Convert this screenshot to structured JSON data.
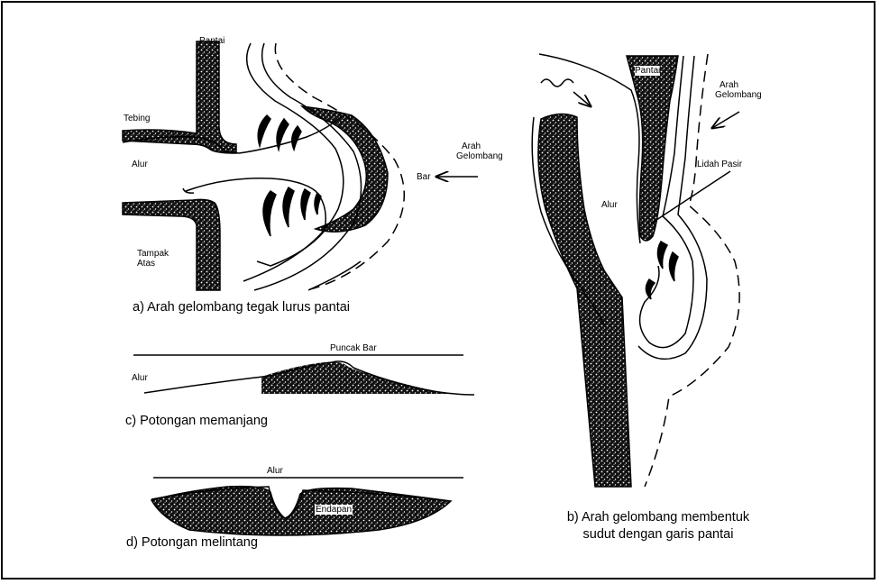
{
  "labels": {
    "pantai_a": "Pantai",
    "tebing": "Tebing",
    "alur_a": "Alur",
    "tampak": "Tampak",
    "atas": "Atas",
    "arah_a": "Arah",
    "gelombang_a": "Gelombang",
    "bar": "Bar",
    "pantai_b": "Pantai",
    "arah_b": "Arah",
    "gelombang_b": "Gelombang",
    "lidah_pasir": "Lidah Pasir",
    "alur_b": "Alur",
    "puncak_bar": "Puncak Bar",
    "alur_c": "Alur",
    "alur_d": "Alur",
    "endapan": "Endapan"
  },
  "captions": {
    "a": "a) Arah gelombang tegak lurus pantai",
    "b_line1": "b) Arah gelombang membentuk",
    "b_line2": "sudut dengan garis pantai",
    "c": "c) Potongan memanjang",
    "d": "d) Potongan melintang"
  },
  "colors": {
    "ink": "#000000",
    "paper": "#ffffff"
  }
}
